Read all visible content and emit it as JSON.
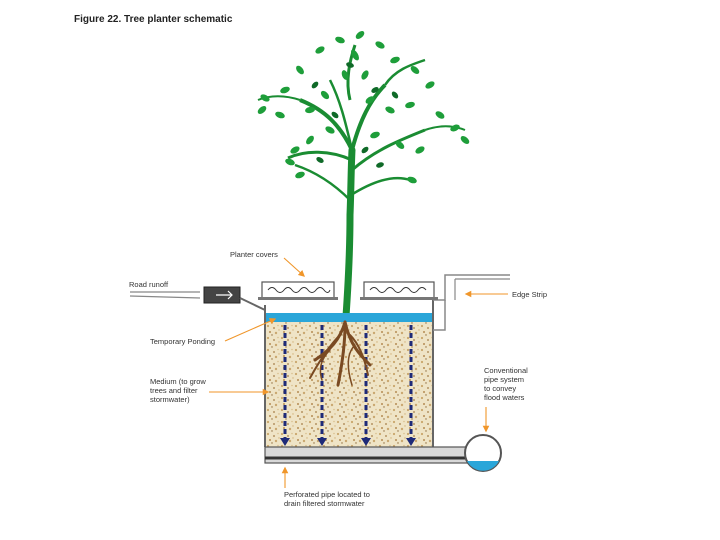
{
  "figure": {
    "title": "Figure 22. Tree planter schematic"
  },
  "labels": {
    "planter_covers": "Planter covers",
    "road_runoff": "Road runoff",
    "edge_strip": "Edge Strip",
    "temporary_ponding": "Temporary Ponding",
    "medium_line1": "Medium (to grow",
    "medium_line2": "trees and filter",
    "medium_line3": "stormwater)",
    "conventional_line1": "Conventional",
    "conventional_line2": "pipe system",
    "conventional_line3": "to convey",
    "conventional_line4": "flood waters",
    "perforated_line1": "Perforated pipe located to",
    "perforated_line2": "drain filtered stormwater"
  },
  "colors": {
    "leader_orange": "#f0962a",
    "water_blue": "#2aa6d9",
    "soil": "#efe4c6",
    "pipe_arrow_navy": "#1e2a78",
    "tree_green": "#1a8c32",
    "leaf_green": "#1e9e3a",
    "root_brown": "#7a4a22"
  },
  "icons": [
    "tree",
    "roots",
    "downward-arrows",
    "conventional-pipe",
    "perforated-pipe",
    "planter-cover",
    "inlet-box"
  ]
}
